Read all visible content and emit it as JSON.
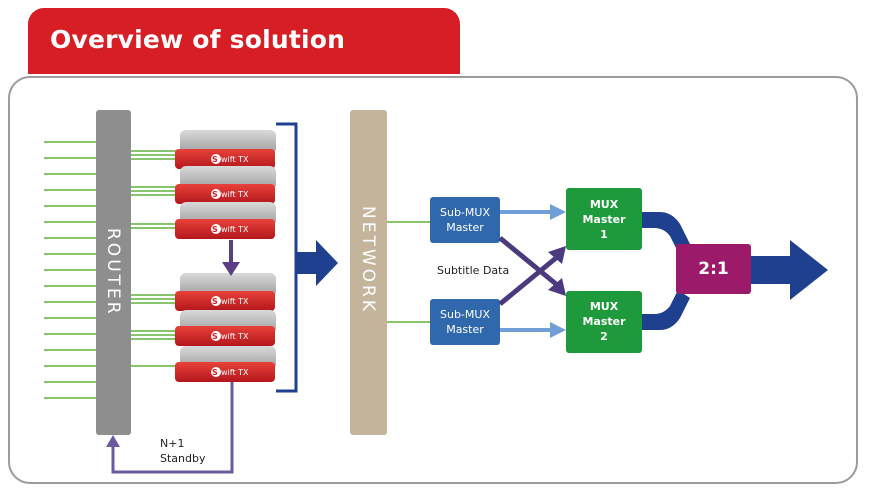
{
  "header": {
    "title": "Overview of solution"
  },
  "router": {
    "label": "ROUTER"
  },
  "network": {
    "label": "NETWORK"
  },
  "encoders": {
    "logo": "S",
    "label": "wift TX",
    "count": 6
  },
  "standby": {
    "line1": "N+1",
    "line2": "Standby"
  },
  "submux": [
    {
      "line1": "Sub-MUX",
      "line2": "Master"
    },
    {
      "line1": "Sub-MUX",
      "line2": "Master"
    }
  ],
  "mux": [
    {
      "line1": "MUX",
      "line2": "Master",
      "line3": "1"
    },
    {
      "line1": "MUX",
      "line2": "Master",
      "line3": "2"
    }
  ],
  "subtitle": {
    "label": "Subtitle Data"
  },
  "switch": {
    "label": "2:1"
  },
  "colors": {
    "brand_red": "#d81e25",
    "router_grey": "#8e8e8e",
    "network_tan": "#c3b49b",
    "navy": "#1f3f8f",
    "submux_blue": "#2f68ad",
    "mux_green": "#1e9a3c",
    "switch_purple": "#9b1b6a",
    "line_green": "#5fb23c",
    "standby_purple": "#6c5aa0"
  }
}
